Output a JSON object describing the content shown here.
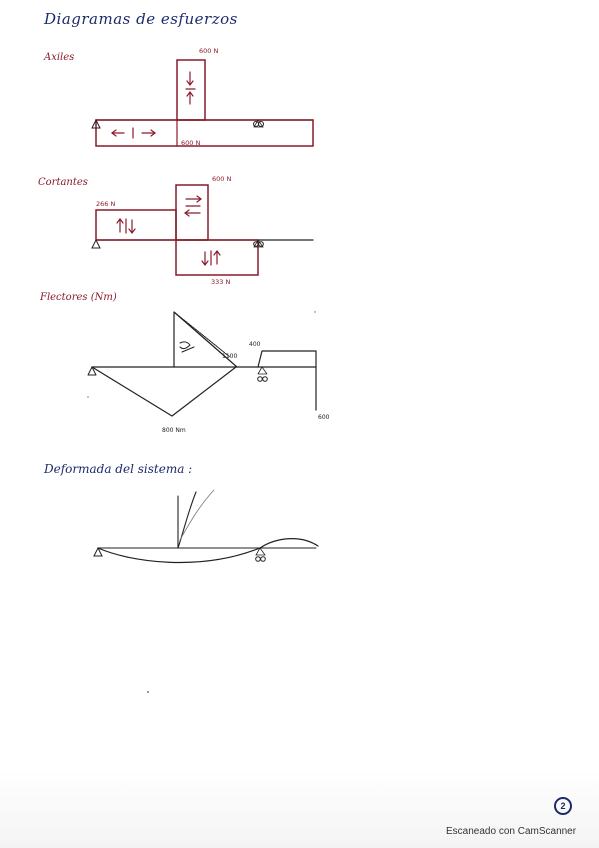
{
  "title": "Diagramas de esfuerzos",
  "sections": {
    "axiales": {
      "heading": "Axiles",
      "labels": {
        "top_value": "600 N",
        "bottom_value": "600 N"
      }
    },
    "cortantes": {
      "heading": "Cortantes",
      "labels": {
        "left_value": "266 N",
        "top_value": "600 N",
        "bottom_value": "333 N"
      }
    },
    "flectores": {
      "heading": "Flectores (Nm)",
      "labels": {
        "peak_value": "800 Nm",
        "right_value": "400",
        "mid_value": "1100",
        "end_value": "600"
      }
    },
    "deformada": {
      "heading": "Deformada del sistema :"
    }
  },
  "page_number": "2",
  "footer": "Escaneado con CamScanner",
  "colors": {
    "ink_red": "#8a1a2a",
    "ink_blue": "#1c2a6b",
    "ink_black": "#222222"
  }
}
